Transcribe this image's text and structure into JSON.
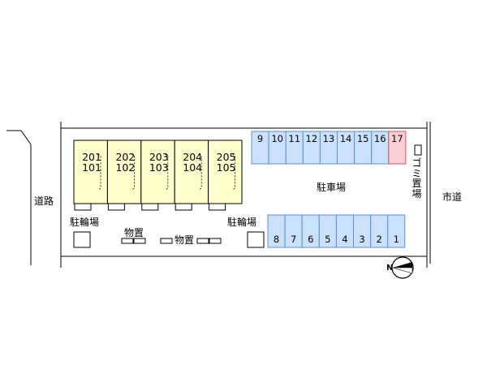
{
  "labels": {
    "road_left": "道路",
    "road_right": "市道",
    "parking": "駐車場",
    "bike_left": "駐輪場",
    "bike_right": "駐輪場",
    "storage_left": "物置",
    "storage_mid": "物置",
    "garbage": "ゴミ置場"
  },
  "units": [
    {
      "upper": "201",
      "lower": "101"
    },
    {
      "upper": "202",
      "lower": "102"
    },
    {
      "upper": "203",
      "lower": "103"
    },
    {
      "upper": "204",
      "lower": "104"
    },
    {
      "upper": "205",
      "lower": "105"
    }
  ],
  "parking_top": [
    "9",
    "10",
    "11",
    "12",
    "13",
    "14",
    "15",
    "16",
    "17"
  ],
  "parking_bottom": [
    "8",
    "7",
    "6",
    "5",
    "4",
    "3",
    "2",
    "1"
  ],
  "compass": {
    "letter": "N"
  },
  "colors": {
    "building": "#ffffcc",
    "parking": "#c9e1fb",
    "parking_border": "#5a8fd6",
    "highlight": "#f8cfd5",
    "highlight_border": "#e05060"
  }
}
